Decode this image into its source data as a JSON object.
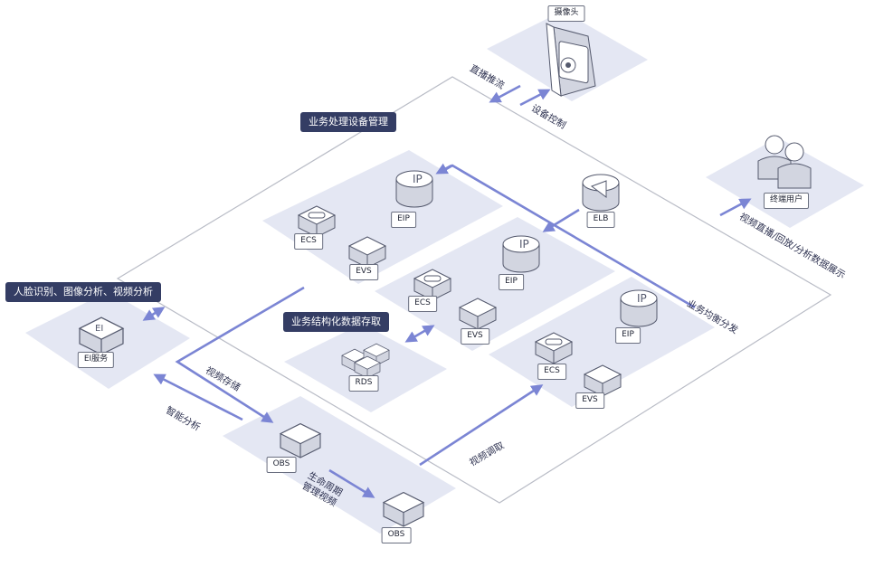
{
  "labels": {
    "camera": "摄像头",
    "elb": "ELB",
    "eip_1": "EIP",
    "ecs_1": "ECS",
    "evs_1": "EVS",
    "eip_2": "EIP",
    "ecs_2": "ECS",
    "evs_2": "EVS",
    "eip_3": "EIP",
    "ecs_3": "ECS",
    "evs_3": "EVS",
    "rds": "RDS",
    "ei": "EI服务",
    "obs_1": "OBS",
    "obs_2": "OBS",
    "users": "终端用户"
  },
  "tags": {
    "device_mgmt": "业务处理设备管理",
    "face_analysis": "人脸识别、图像分析、视频分析",
    "structured_data": "业务结构化数据存取"
  },
  "flows": {
    "live_push": "直播推流",
    "device_control": "设备控制",
    "user_stream": "视频直播/回放/分析数据展示",
    "load_balance": "业务均衡分发",
    "video_storage": "视频存储",
    "smart_analysis": "智能分析",
    "video_retrieve": "视频调取",
    "lifecycle_line1": "生命周期",
    "lifecycle_line2": "管理视频"
  },
  "colors": {
    "tile": "#e4e7f3",
    "arrow": "#7b85d4",
    "tag_bg": "#343d64",
    "border": "#b9bcc6",
    "icon_face": "#ffffff",
    "icon_side": "#d2d5e0"
  }
}
